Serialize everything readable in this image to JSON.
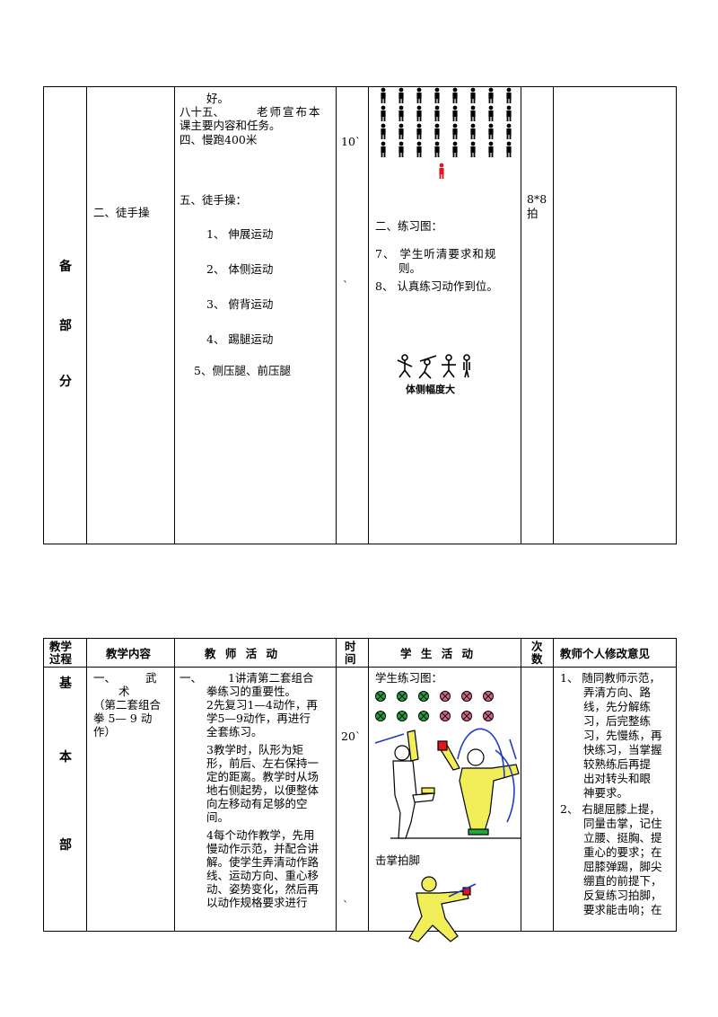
{
  "table1": {
    "section_chars": [
      "备",
      "部",
      "分"
    ],
    "content_col": "二、徒手操",
    "teacher_lines": [
      "好。",
      "八十五、",
      "老师宣布本",
      "课主要内容和任务。",
      "四、慢跑400米",
      "五、徒手操：",
      "1、 伸展运动",
      "2、 体侧运动",
      "3、 俯背运动",
      "4、 踢腿运动",
      "5、侧压腿、前压腿"
    ],
    "time_mark": "10`",
    "time_tick": "`",
    "student_lines": [
      "二、练习图：",
      "7、 学生听清要求和规",
      "则。",
      "8、 认真练习动作到位。"
    ],
    "fig_caption": "体侧幅度大",
    "reps": [
      "8*8",
      "拍"
    ]
  },
  "table2": {
    "headers": {
      "process": [
        "教学",
        "过程"
      ],
      "content": "教学内容",
      "teacher": "教 师 活 动",
      "time": [
        "时",
        "间"
      ],
      "student": "学 生 活 动",
      "reps": [
        "次",
        "数"
      ],
      "notes": "教师个人修改意见"
    },
    "section_chars": [
      "基",
      "本",
      "部"
    ],
    "content_lines": [
      "一、",
      "武",
      "术",
      "（第二套组合",
      "拳 5— 9 动",
      "作）"
    ],
    "teacher_lines": [
      "一、",
      "1讲清第二套组合",
      "拳练习的重要性。",
      "2先复习1—4动作，再",
      "学5—9动作，再进行",
      "全套练习。",
      "3教学时，队形为矩",
      "形，前后、左右保持一",
      "定的距离。教学时从场",
      "地右侧起势，以便整体",
      "向左移动有足够的空",
      "间。",
      "4每个动作教学，先用",
      "慢动作示范，并配合讲",
      "解。使学生弄清动作路",
      "线、运动方向、重心移",
      "动、姿势变化，然后再",
      "以动作规格要求进行"
    ],
    "time_mark": "20`",
    "time_tick": "`",
    "student_title": "学生练习图：",
    "student_caption": "击掌拍脚",
    "notes_lines": [
      "1、 随同教师示范，",
      "弄清方向、路",
      "线，先分解练",
      "习，后完整练",
      "习，先慢练，再",
      "快练习，当掌握",
      "较熟练后再提",
      "出对转头和眼",
      "神要求。",
      "2、 右腿屈膝上提，",
      "同量击掌，记住",
      "立腰、挺胸、提",
      "重心的要求；在",
      "屈膝弹踢，脚尖",
      "绷直的前提下，",
      "反复练习拍脚，",
      "要求能击响；在"
    ]
  },
  "colors": {
    "red_figure": "#e8141b",
    "green_circle": "#1fa83c",
    "pink_circle": "#d9648c",
    "yellow": "#f2ee5a",
    "blue": "#1c3cc7"
  }
}
